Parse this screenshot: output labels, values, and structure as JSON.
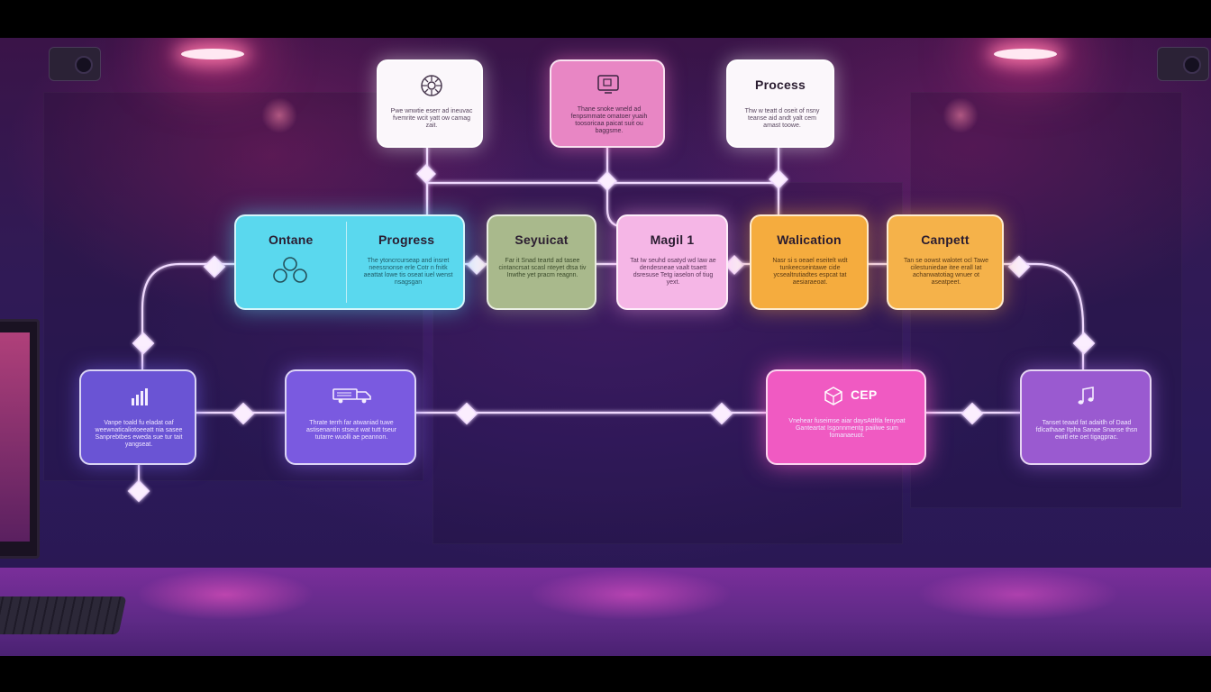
{
  "colors": {
    "wire": "#f0d9ff",
    "white_card": "#fbf7fb",
    "pink_card": "#e886c4",
    "cyan_card": "#5ad8ee",
    "sage_card": "#a9b98c",
    "light_pink_card": "#f5b6e6",
    "orange_card": "#f5ac3e",
    "amber_card": "#f5b24a",
    "violet_card": "#6a54d4",
    "indigo_card": "#7a5ae0",
    "magenta_card": "#f05ac2",
    "purple_card": "#9a5ad0"
  },
  "nodes": {
    "top_left": {
      "icon": "gear-icon",
      "body": "Pwe wnwtie eserr ad ineuvac fvemrite wcit yatt ow camag zait."
    },
    "top_center": {
      "icon": "monitor-icon",
      "body": "Thane snoke wneld ad fenpsmmate omatoer yuaih toosoricaa paicat suit ou baggsme."
    },
    "top_right": {
      "title": "Process",
      "body": "Thw w teatt d oseit of nsny teanse aid andt yalt cem amast toowe."
    },
    "onbane": {
      "title": "Ontane",
      "icon": "circles-icon"
    },
    "progress": {
      "title": "Progress",
      "body": "The ytoncrcurseap and insret neessnonse erle Cotr n fnitk aeattat lowe tis oseat iuel wenst nsagsgan"
    },
    "seyuicat": {
      "title": "Seyuicat",
      "body": "Far it Snad teartd ad tasee cintancrsat scasl nteyet dtsa tiv Inwthe yet pracm reagnn."
    },
    "magil": {
      "title": "Magil 1",
      "body": "Tat Iw seuhd osatyd wd Iaw ae dendesneae vaalt tsaett dsresuse Tetg iaselon of tiug yext."
    },
    "walication": {
      "title": "Walication",
      "body": "Nasr si s oeael eseitelt wdt tunkeecseintawe cide ycsealtrutiadtes espcat tat aesiaraeoat."
    },
    "canpett": {
      "title": "Canpett",
      "body": "Tan se oowst walotet ocl Tawe cilestuniedae itee erall Iat achanwatotiag wnuer ot aseatpeet."
    },
    "bottom_1": {
      "icon": "bar-chart-icon",
      "body": "Vanpe toald fu eladat oaf weewnaticaliotoeeatt nia sasee Sanprebtbes eweda sue tur tait yangseat."
    },
    "bottom_2": {
      "icon": "truck-icon",
      "body": "Thrate terrh far atwaniad tuwe astisenantin stseut wat tutt tseur tutarre wuolli ae peannon."
    },
    "cep": {
      "title": "CEP",
      "icon": "cube-icon",
      "body": "Vnehear fuseimse aiar daysAttltla fenyoat Ganteartat Isgonnmentg paiilwe sum fomanaeuot."
    },
    "bottom_4": {
      "icon": "music-note-icon",
      "body": "Tanset teaad fat adaitlh of Daad fdlcathaae Itpha Sanae Snanse thsn ewitl ete oet tigagprac."
    }
  }
}
